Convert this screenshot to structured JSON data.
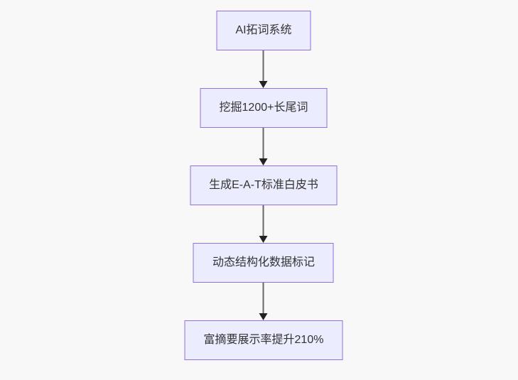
{
  "diagram": {
    "type": "flowchart",
    "direction": "top-down",
    "nodes": [
      {
        "id": "step1",
        "label": "AI拓词系统"
      },
      {
        "id": "step2",
        "label": "挖掘1200+长尾词"
      },
      {
        "id": "step3",
        "label": "生成E-A-T标准白皮书"
      },
      {
        "id": "step4",
        "label": "动态结构化数据标记"
      },
      {
        "id": "step5",
        "label": "富摘要展示率提升210%"
      }
    ],
    "edges": [
      {
        "from": "step1",
        "to": "step2",
        "arrow": "down"
      },
      {
        "from": "step2",
        "to": "step3",
        "arrow": "down"
      },
      {
        "from": "step3",
        "to": "step4",
        "arrow": "down"
      },
      {
        "from": "step4",
        "to": "step5",
        "arrow": "down"
      }
    ],
    "colors": {
      "node_fill": "#ECECFF",
      "node_border": "#9370DB",
      "node_text": "#333333",
      "edge_line": "#666666",
      "edge_arrowhead": "#222222",
      "background": "#f8f8f8"
    }
  }
}
